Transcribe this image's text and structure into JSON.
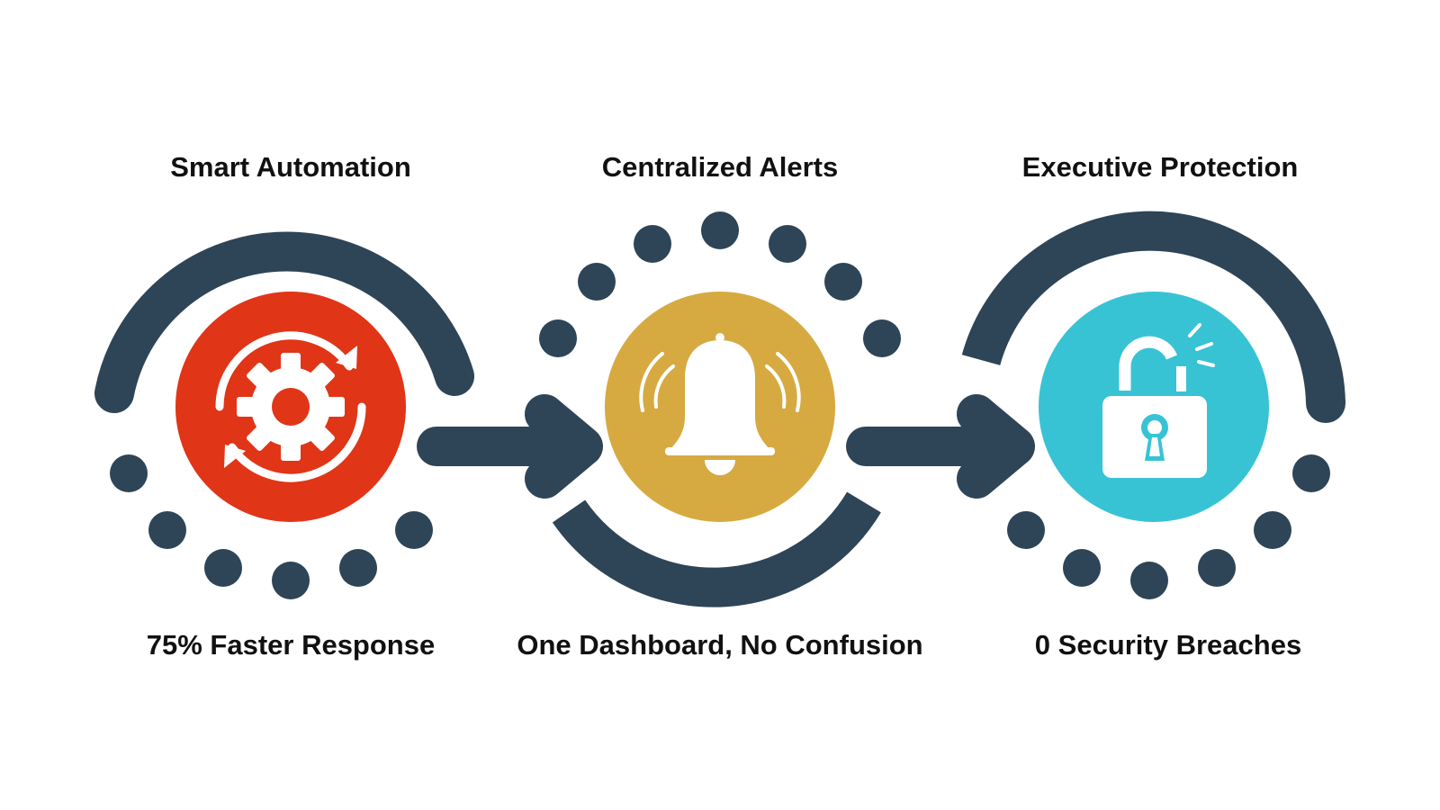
{
  "colors": {
    "dark": "#2e4457",
    "orange": "#e03517",
    "gold": "#d6aa41",
    "cyan": "#38c3d5",
    "white": "#ffffff",
    "text": "#111111"
  },
  "steps": [
    {
      "title": "Smart Automation",
      "caption": "75% Faster Response",
      "color": "#e03517",
      "icon": "gear-cycle-icon"
    },
    {
      "title": "Centralized Alerts",
      "caption": "One Dashboard, No Confusion",
      "color": "#d6aa41",
      "icon": "bell-icon"
    },
    {
      "title": "Executive Protection",
      "caption": "0 Security Breaches",
      "color": "#38c3d5",
      "icon": "unlocked-padlock-icon"
    }
  ],
  "connectors": [
    "arrow-right-icon",
    "arrow-right-icon"
  ]
}
